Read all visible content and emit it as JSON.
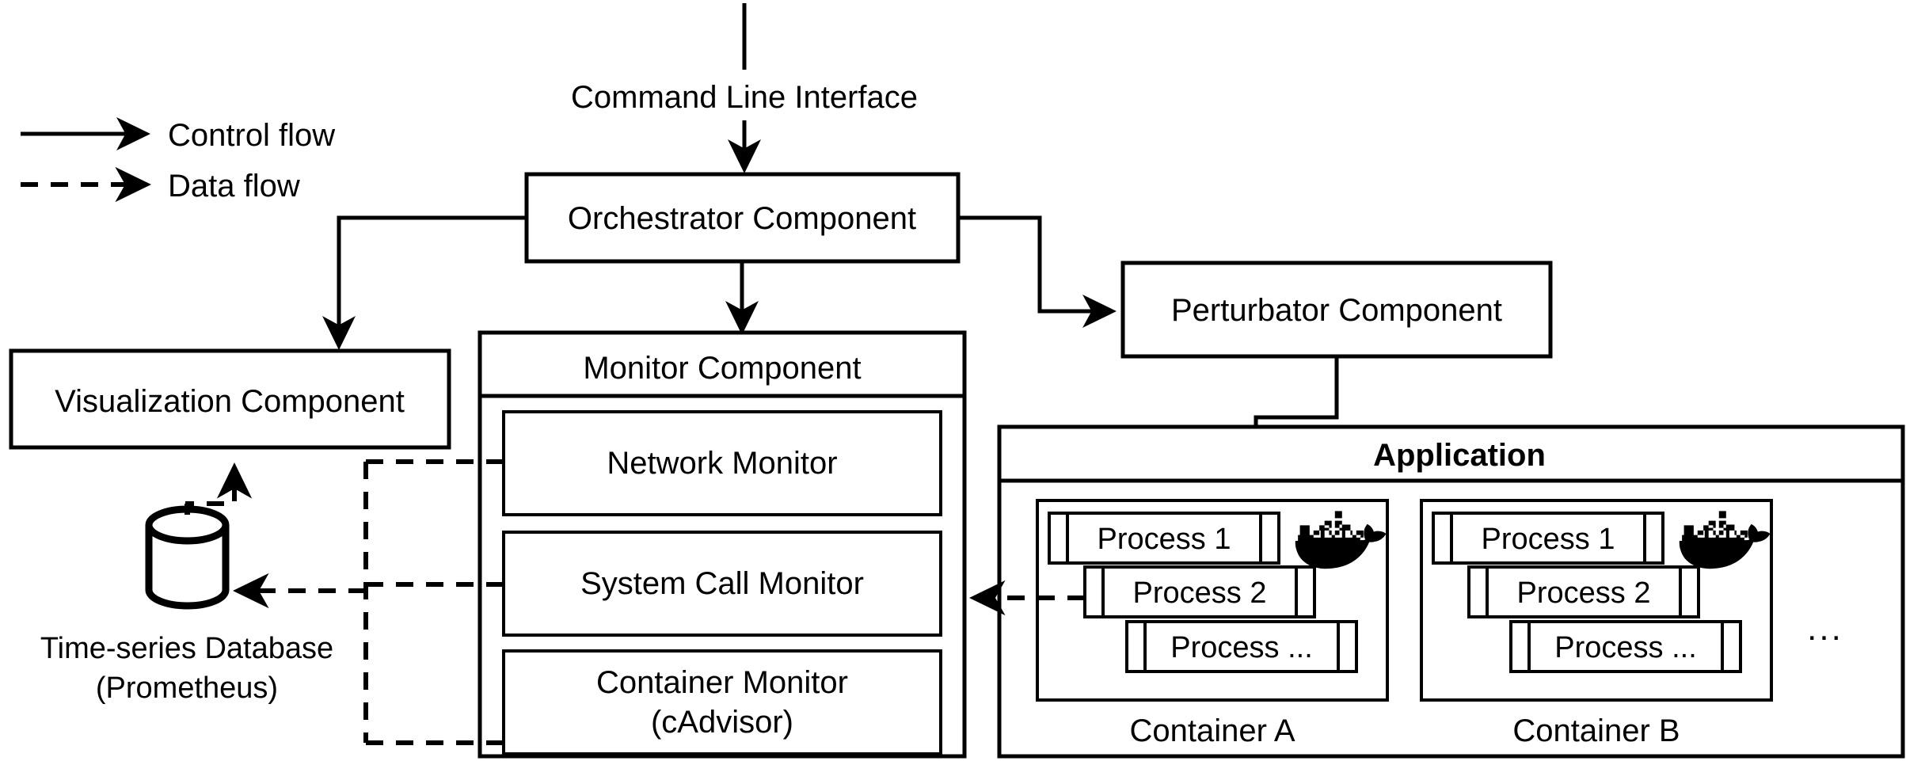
{
  "legend": {
    "items": [
      {
        "label": "Control flow",
        "style": "solid-arrow",
        "icon": "arrow-right-icon"
      },
      {
        "label": "Data flow",
        "style": "dashed-arrow",
        "icon": "dashed-arrow-right-icon"
      }
    ]
  },
  "nodes": {
    "cli": {
      "label": "Command Line Interface"
    },
    "orchestrator": {
      "label": "Orchestrator Component"
    },
    "perturbator": {
      "label": "Perturbator Component"
    },
    "visualization": {
      "label": "Visualization Component"
    },
    "database": {
      "label_line1": "Time-series Database",
      "label_line2": "(Prometheus)",
      "icon": "database-cylinder-icon"
    },
    "monitor": {
      "title": "Monitor Component",
      "submodules": [
        {
          "label": "Network Monitor"
        },
        {
          "label": "System Call Monitor"
        },
        {
          "label_line1": "Container Monitor",
          "label_line2": "(cAdvisor)"
        }
      ]
    },
    "application": {
      "title": "Application",
      "ellipsis": "...",
      "containers": [
        {
          "name": "Container A",
          "icon": "docker-whale-icon",
          "processes": [
            "Process 1",
            "Process 2",
            "Process ..."
          ]
        },
        {
          "name": "Container B",
          "icon": "docker-whale-icon",
          "processes": [
            "Process 1",
            "Process 2",
            "Process ..."
          ]
        }
      ]
    }
  },
  "edges": [
    {
      "from": "external",
      "to": "cli",
      "type": "control"
    },
    {
      "from": "cli",
      "to": "orchestrator",
      "type": "control"
    },
    {
      "from": "orchestrator",
      "to": "visualization",
      "type": "control"
    },
    {
      "from": "orchestrator",
      "to": "monitor",
      "type": "control"
    },
    {
      "from": "orchestrator",
      "to": "perturbator",
      "type": "control"
    },
    {
      "from": "perturbator",
      "to": "container-a-process-2",
      "type": "control"
    },
    {
      "from": "container-a-process-2",
      "to": "monitor",
      "type": "data"
    },
    {
      "from": "monitor",
      "to": "database",
      "type": "data"
    },
    {
      "from": "database",
      "to": "visualization",
      "type": "data"
    }
  ],
  "colors": {
    "stroke": "#000000",
    "fill": "#ffffff"
  }
}
